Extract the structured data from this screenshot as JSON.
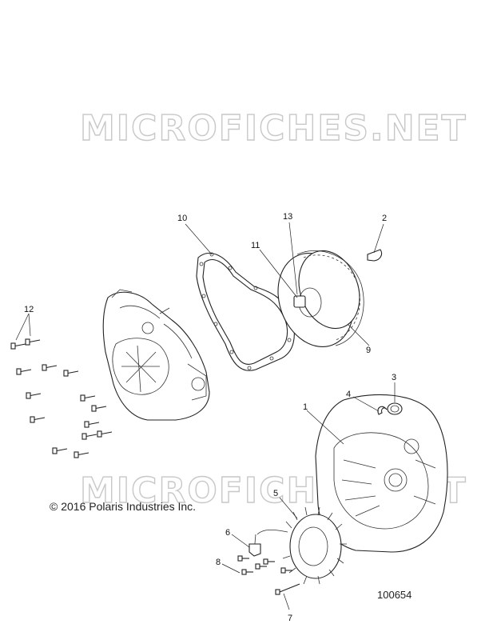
{
  "watermark": {
    "top": "MICROFICHES.NET",
    "bottom": "MICROFICHES.NET"
  },
  "copyright": "© 2016 Polaris Industries Inc.",
  "diagram_number": "100654",
  "callouts": [
    "1",
    "2",
    "3",
    "4",
    "5",
    "6",
    "7",
    "8",
    "9",
    "10",
    "11",
    "12",
    "13"
  ],
  "parts": [
    "outer-cover",
    "gasket",
    "flywheel",
    "flywheel-nut",
    "woodruff-key",
    "seal",
    "snap-ring",
    "inner-cover",
    "stator",
    "wire-clamp",
    "bolts"
  ]
}
